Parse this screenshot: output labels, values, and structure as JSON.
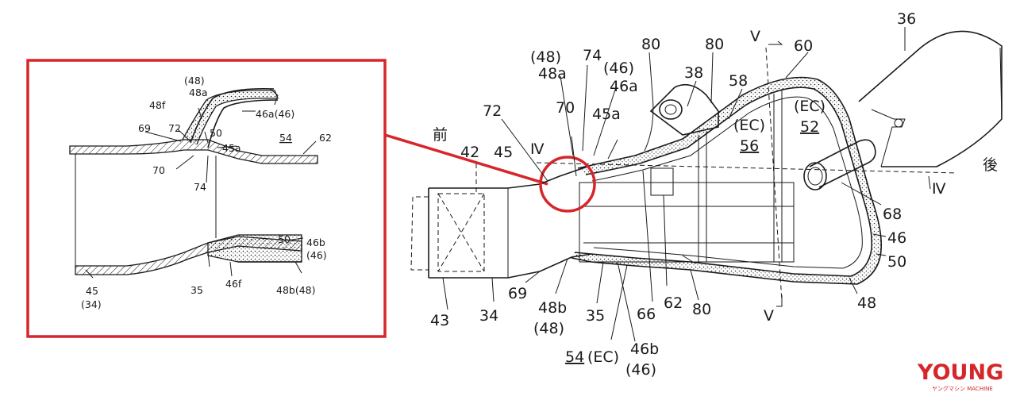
{
  "detail_labels": {
    "l48p": "(48)",
    "l48a": "48a",
    "l48f": "48f",
    "l72": "72",
    "l50t": "50",
    "l46a": "46a(46)",
    "l69": "69",
    "l45a": "45a",
    "l54": "54",
    "l62": "62",
    "l70": "70",
    "l74": "74",
    "l50b": "50",
    "l46b": "46b",
    "l46p": "(46)",
    "l35": "35",
    "l46f": "46f",
    "l48b": "48b(48)",
    "l45": "45",
    "l34p": "(34)"
  },
  "main_labels": {
    "l36": "36",
    "l80a": "80",
    "l80b": "80",
    "l80c": "80",
    "l48p": "(48)",
    "l74": "74",
    "l46p": "(46)",
    "l5Va": "Ⅴ",
    "l60": "60",
    "l48a": "48a",
    "l46a": "46a",
    "l38": "38",
    "l58": "58",
    "l72": "72",
    "l70": "70",
    "l45a": "45a",
    "lEC1": "(EC)",
    "l52": "52",
    "lEC2": "(EC)",
    "l56": "56",
    "l4a": "Ⅳ",
    "l4b": "Ⅳ",
    "l42": "42",
    "l45": "45",
    "l68": "68",
    "l46": "46",
    "l50": "50",
    "l48": "48",
    "l43": "43",
    "l34": "34",
    "l69": "69",
    "l48b": "48b",
    "l48q": "(48)",
    "l35": "35",
    "l66": "66",
    "l62": "62",
    "l5Vb": "Ⅴ",
    "l54": "54",
    "lEC3": "(EC)",
    "l46b": "46b",
    "l46q": "(46)",
    "front": "前",
    "rear": "後"
  },
  "logo": {
    "word": "YOUNG",
    "sub": "ヤングマシン MACHINE"
  },
  "colors": {
    "accent": "#d6262b",
    "ink": "#1a1a1a"
  }
}
